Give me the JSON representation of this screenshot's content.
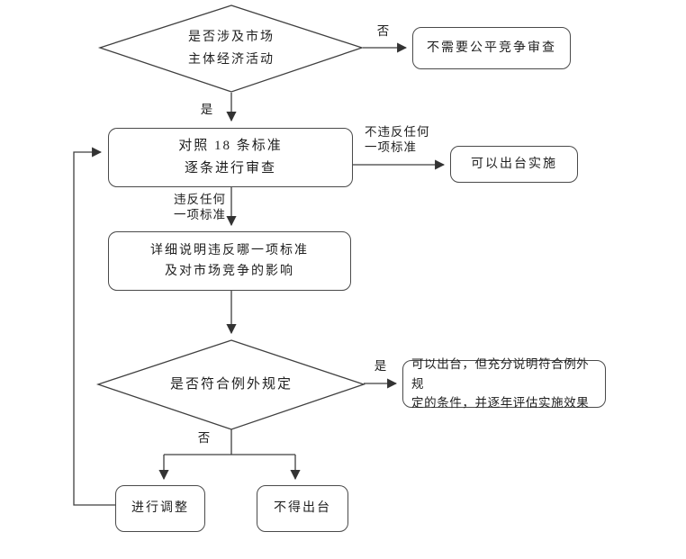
{
  "diagram": {
    "nodes": {
      "decision_market_activity": "是否涉及市场\n主体经济活动",
      "no_review_needed": "不需要公平竞争审查",
      "review_against_standards": "对照 18 条标准\n逐条进行审查",
      "can_implement": "可以出台实施",
      "explain_violation": "详细说明违反哪一项标准\n及对市场竞争的影响",
      "decision_exception": "是否符合例外规定",
      "implement_with_conditions": "可以出台，但充分说明符合例外规\n定的条件，并逐年评估实施效果",
      "make_adjustment": "进行调整",
      "must_not_issue": "不得出台"
    },
    "edge_labels": {
      "no_market": "否",
      "yes_market": "是",
      "no_violation": "不违反任何\n一项标准",
      "violation": "违反任何\n一项标准",
      "yes_exception": "是",
      "no_exception": "否"
    },
    "colors": {
      "line": "#3f3f3f",
      "text": "#1f1f1f",
      "background": "#ffffff"
    }
  }
}
